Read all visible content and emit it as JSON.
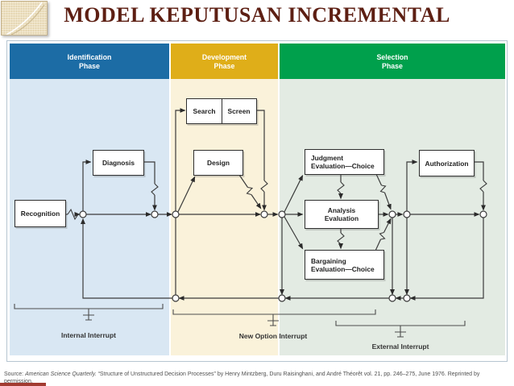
{
  "title": "MODEL KEPUTUSAN INCREMENTAL",
  "phases": [
    {
      "id": "identification",
      "line1": "Identification",
      "line2": "Phase"
    },
    {
      "id": "development",
      "line1": "Development",
      "line2": "Phase"
    },
    {
      "id": "selection",
      "line1": "Selection",
      "line2": "Phase"
    }
  ],
  "boxes": {
    "recognition": "Recognition",
    "diagnosis": "Diagnosis",
    "search": "Search",
    "screen": "Screen",
    "design": "Design",
    "judgment_line1": "Judgment",
    "judgment_line2": "Evaluation—Choice",
    "analysis_line1": "Analysis",
    "analysis_line2": "Evaluation",
    "bargaining_line1": "Bargaining",
    "bargaining_line2": "Evaluation—Choice",
    "authorization": "Authorization"
  },
  "interrupts": {
    "internal": "Internal Interrupt",
    "new_option": "New Option Interrupt",
    "external": "External Interrupt"
  },
  "source": {
    "prefix": "Source: ",
    "journal": "American Science Quarterly.",
    "rest": " “Structure of Unstructured Decision Processes” by Henry Mintzberg, Duru Raisinghani, and André Théorêt vol. 21, pp. 246–275, June 1976. Reprinted by permission."
  },
  "colors": {
    "title_maroon": "#5d1f13",
    "header_blue": "#1c6ca5",
    "header_gold": "#dfae19",
    "header_green": "#00a04c",
    "column_light_blue": "#d9e7f3",
    "column_cream": "#faf2da",
    "column_light_green": "#e3ebe3",
    "flow_line": "#3b3b3b",
    "frame_border": "#b6c5d1",
    "bottom_bar_red": "#a23b31"
  }
}
